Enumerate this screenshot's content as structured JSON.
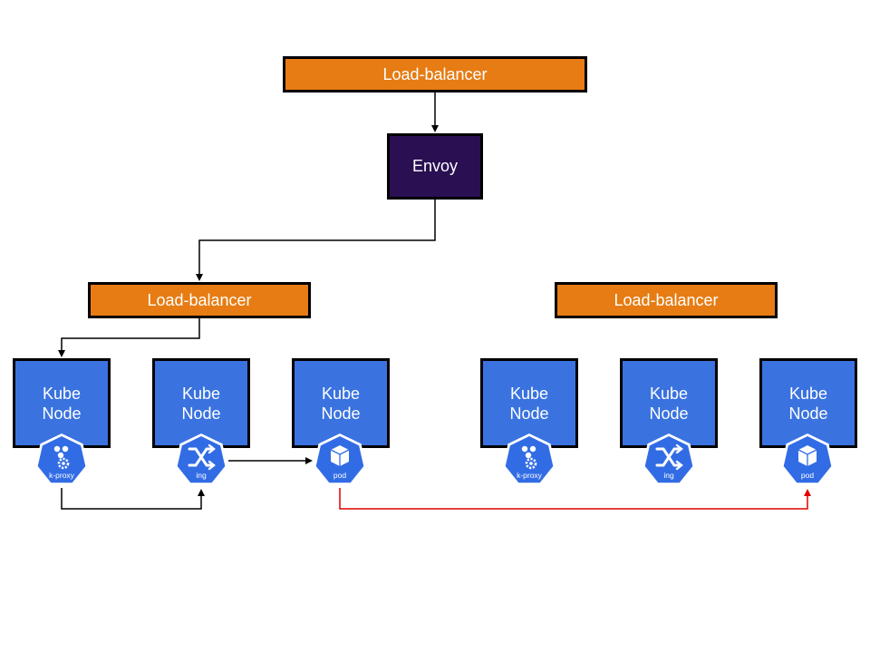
{
  "load_balancer_label": "Load-balancer",
  "envoy_label": "Envoy",
  "colors": {
    "load_balancer": "#e67c13",
    "envoy": "#2a0f52",
    "kube_node": "#3a73e0",
    "badge": "#326ce5",
    "connector": "#000000",
    "highlight_connector": "#e00000"
  },
  "clusters": [
    {
      "load_balancer": "Load-balancer",
      "nodes": [
        {
          "label": "Kube\nNode",
          "badge": "k-proxy",
          "badge_icon": "kube-proxy-icon"
        },
        {
          "label": "Kube\nNode",
          "badge": "ing",
          "badge_icon": "ingress-icon"
        },
        {
          "label": "Kube\nNode",
          "badge": "pod",
          "badge_icon": "pod-icon"
        }
      ]
    },
    {
      "load_balancer": "Load-balancer",
      "nodes": [
        {
          "label": "Kube\nNode",
          "badge": "k-proxy",
          "badge_icon": "kube-proxy-icon"
        },
        {
          "label": "Kube\nNode",
          "badge": "ing",
          "badge_icon": "ingress-icon"
        },
        {
          "label": "Kube\nNode",
          "badge": "pod",
          "badge_icon": "pod-icon"
        }
      ]
    }
  ]
}
